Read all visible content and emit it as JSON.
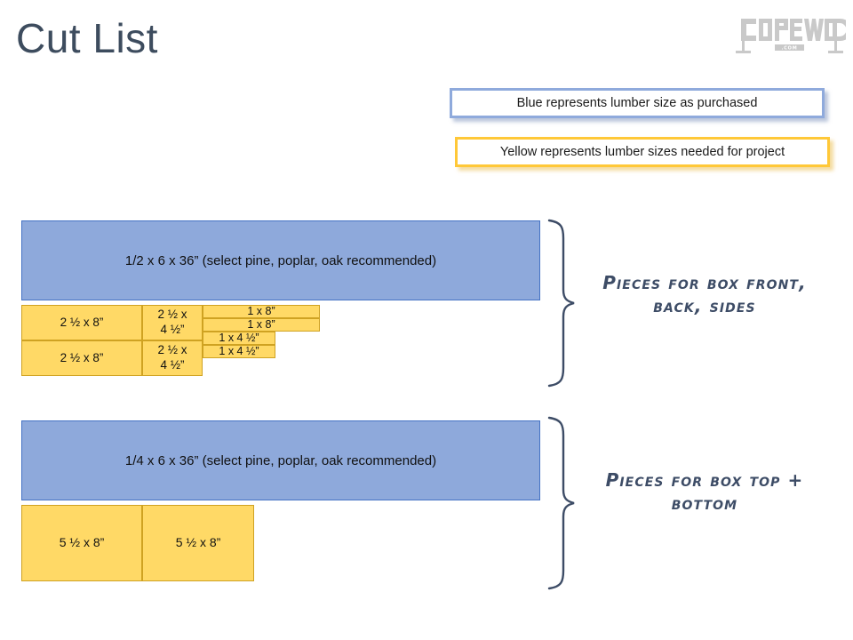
{
  "page": {
    "title": "Cut List",
    "background": "#ffffff",
    "title_color": "#3d4c5e"
  },
  "logo": {
    "name": "copewood-logo",
    "wordmark": "COPEWOOD",
    "subtext": ".COM",
    "color": "#c9c9c9"
  },
  "legend": [
    {
      "id": "blue",
      "text": "Blue represents lumber size as purchased",
      "border_color": "#8faadc",
      "fill": "#ffffff"
    },
    {
      "id": "yellow",
      "text": "Yellow represents lumber sizes needed for project",
      "border_color": "#ffc838",
      "fill": "#ffffff"
    }
  ],
  "colors": {
    "board_fill": "#8ea9db",
    "board_border": "#4472c4",
    "piece_fill": "#ffd966",
    "piece_border": "#cfa222",
    "brace": "#3d4c66",
    "caption": "#3d4c66"
  },
  "sections": [
    {
      "id": "box-sides",
      "board_label": "1/2 x 6 x 36” (select pine, poplar, oak recommended)",
      "caption": "Pieces for box front, back, sides",
      "pieces": [
        {
          "label": "2 ½  x 8”"
        },
        {
          "label": "2 ½  x 8”"
        },
        {
          "label": "2 ½  x\n4 ½”"
        },
        {
          "label": "2 ½  x\n4 ½”"
        },
        {
          "label": "1 x 8”"
        },
        {
          "label": "1 x 8”"
        },
        {
          "label": "1 x 4 ½”"
        },
        {
          "label": "1 x 4 ½”"
        }
      ]
    },
    {
      "id": "box-top-bottom",
      "board_label": "1/4 x 6 x 36” (select pine, poplar, oak recommended)",
      "caption": "Pieces for box top + bottom",
      "pieces": [
        {
          "label": "5 ½ x 8”"
        },
        {
          "label": "5 ½ x 8”"
        }
      ]
    }
  ]
}
